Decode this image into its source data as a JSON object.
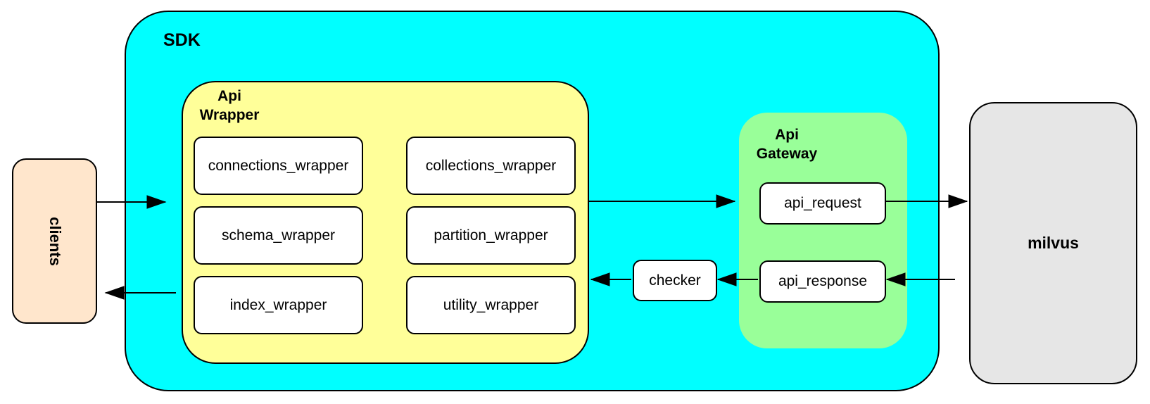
{
  "colors": {
    "sdk_fill": "#00FFFF",
    "api_wrapper_fill": "#FFFF99",
    "api_gateway_fill": "#99FF99",
    "clients_fill": "#FFE6CC",
    "milvus_fill": "#E6E6E6",
    "node_fill": "#FFFFFF",
    "stroke": "#000000"
  },
  "clients": {
    "label": "clients"
  },
  "sdk": {
    "label": "SDK"
  },
  "api_wrapper": {
    "title": "Api\nWrapper",
    "boxes": [
      "connections_wrapper",
      "collections_wrapper",
      "schema_wrapper",
      "partition_wrapper",
      "index_wrapper",
      "utility_wrapper"
    ]
  },
  "checker": {
    "label": "checker"
  },
  "api_gateway": {
    "title": "Api\nGateway",
    "request_label": "api_request",
    "response_label": "api_response"
  },
  "milvus": {
    "label": "milvus"
  },
  "edges": [
    {
      "from": "clients",
      "to": "sdk"
    },
    {
      "from": "sdk",
      "to": "clients"
    },
    {
      "from": "api_wrapper",
      "to": "api_gateway"
    },
    {
      "from": "api_request",
      "to": "milvus"
    },
    {
      "from": "milvus",
      "to": "api_response"
    },
    {
      "from": "api_response",
      "to": "checker"
    },
    {
      "from": "checker",
      "to": "api_wrapper"
    }
  ]
}
